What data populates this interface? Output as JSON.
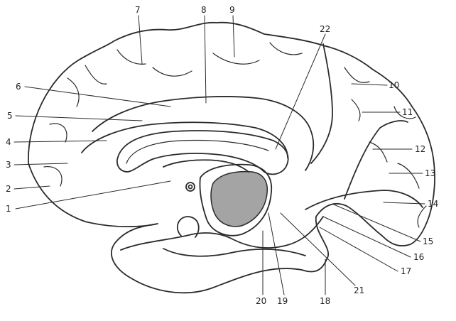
{
  "colors": {
    "ink": "#2a2a2a",
    "paper": "#ffffff",
    "shade": "#5a5a5a"
  },
  "labels": {
    "l1": "1",
    "l2": "2",
    "l3": "3",
    "l4": "4",
    "l5": "5",
    "l6": "6",
    "l7": "7",
    "l8": "8",
    "l9": "9",
    "l10": "10",
    "l11": "11",
    "l12": "12",
    "l13": "13",
    "l14": "14",
    "l15": "15",
    "l16": "16",
    "l17": "17",
    "l18": "18",
    "l19": "19",
    "l20": "20",
    "l21": "21",
    "l22": "22"
  }
}
